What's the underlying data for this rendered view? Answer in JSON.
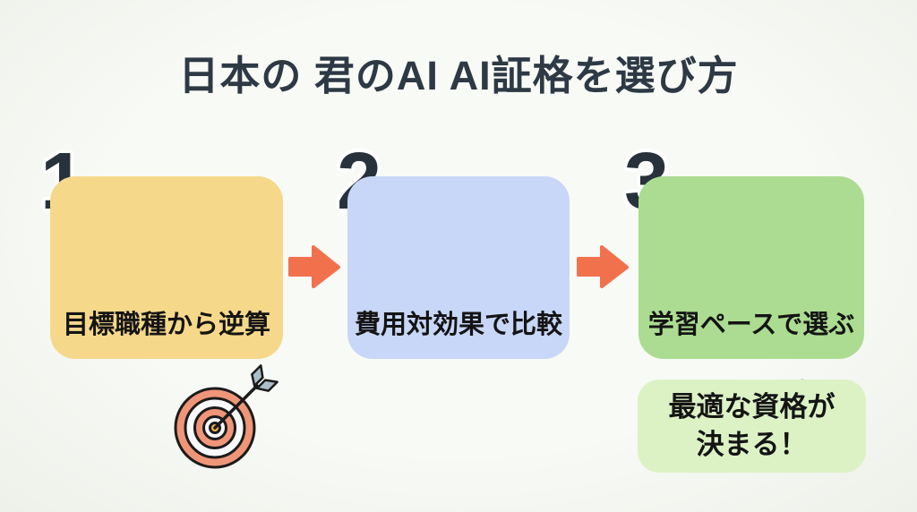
{
  "title": "日本の 君のAI AI証格を選び方",
  "steps": [
    {
      "number": "1",
      "label": "目標職種から逆算",
      "icon": "target-icon",
      "card_color": "#f6d88a"
    },
    {
      "number": "2",
      "label": "費用対効果で比較",
      "icon": "balance-scale-icon",
      "card_color": "#c8d6f7"
    },
    {
      "number": "3",
      "label": "学習ペースで選ぶ",
      "icon": "calendar-brain-icon",
      "card_color": "#abdc91"
    }
  ],
  "result": {
    "line1": "最適な資格が",
    "line2": "決まる！",
    "box_color": "#dcf2c5"
  },
  "colors": {
    "background": "#f8faf6",
    "title_text": "#2d3944",
    "step_number": "#28323c",
    "label_text": "#141414",
    "arrow_orange": "#f2714d",
    "target_salmon": "#ef9678",
    "bullseye_amber": "#f0b04a",
    "scale_metal_gray": "#aec1c9",
    "pan_yellow": "#f5c566",
    "calendar_red": "#ea6a51",
    "brain_pink": "#f2a39c"
  }
}
